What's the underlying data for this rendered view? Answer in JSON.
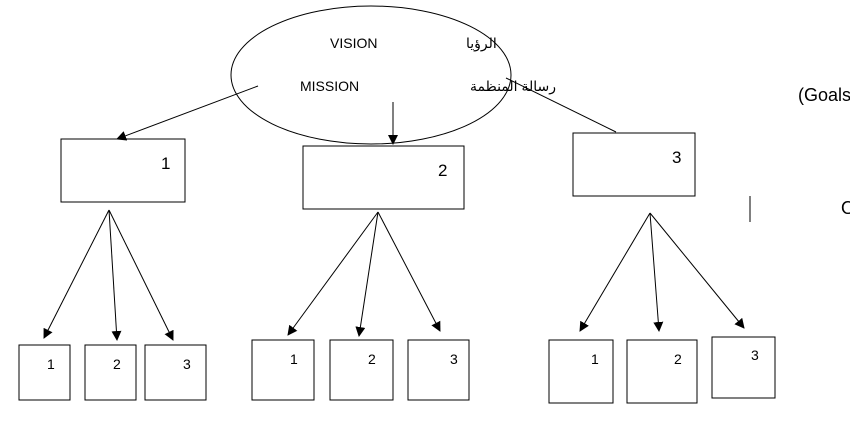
{
  "top": {
    "vision_en": "VISION",
    "vision_ar": "الرؤيا",
    "mission_en": "MISSION",
    "mission_ar": "رسالة المنظمة"
  },
  "side_labels": {
    "goals": "غايات ( Goals)",
    "objectives": "أهداف ( Objectives"
  },
  "goals": [
    {
      "label": "1",
      "objectives": [
        "1",
        "2",
        "3"
      ]
    },
    {
      "label": "2",
      "objectives": [
        "1",
        "2",
        "3"
      ]
    },
    {
      "label": "3",
      "objectives": [
        "1",
        "2",
        "3"
      ]
    }
  ],
  "colors": {
    "stroke": "#000000",
    "background": "#ffffff"
  }
}
